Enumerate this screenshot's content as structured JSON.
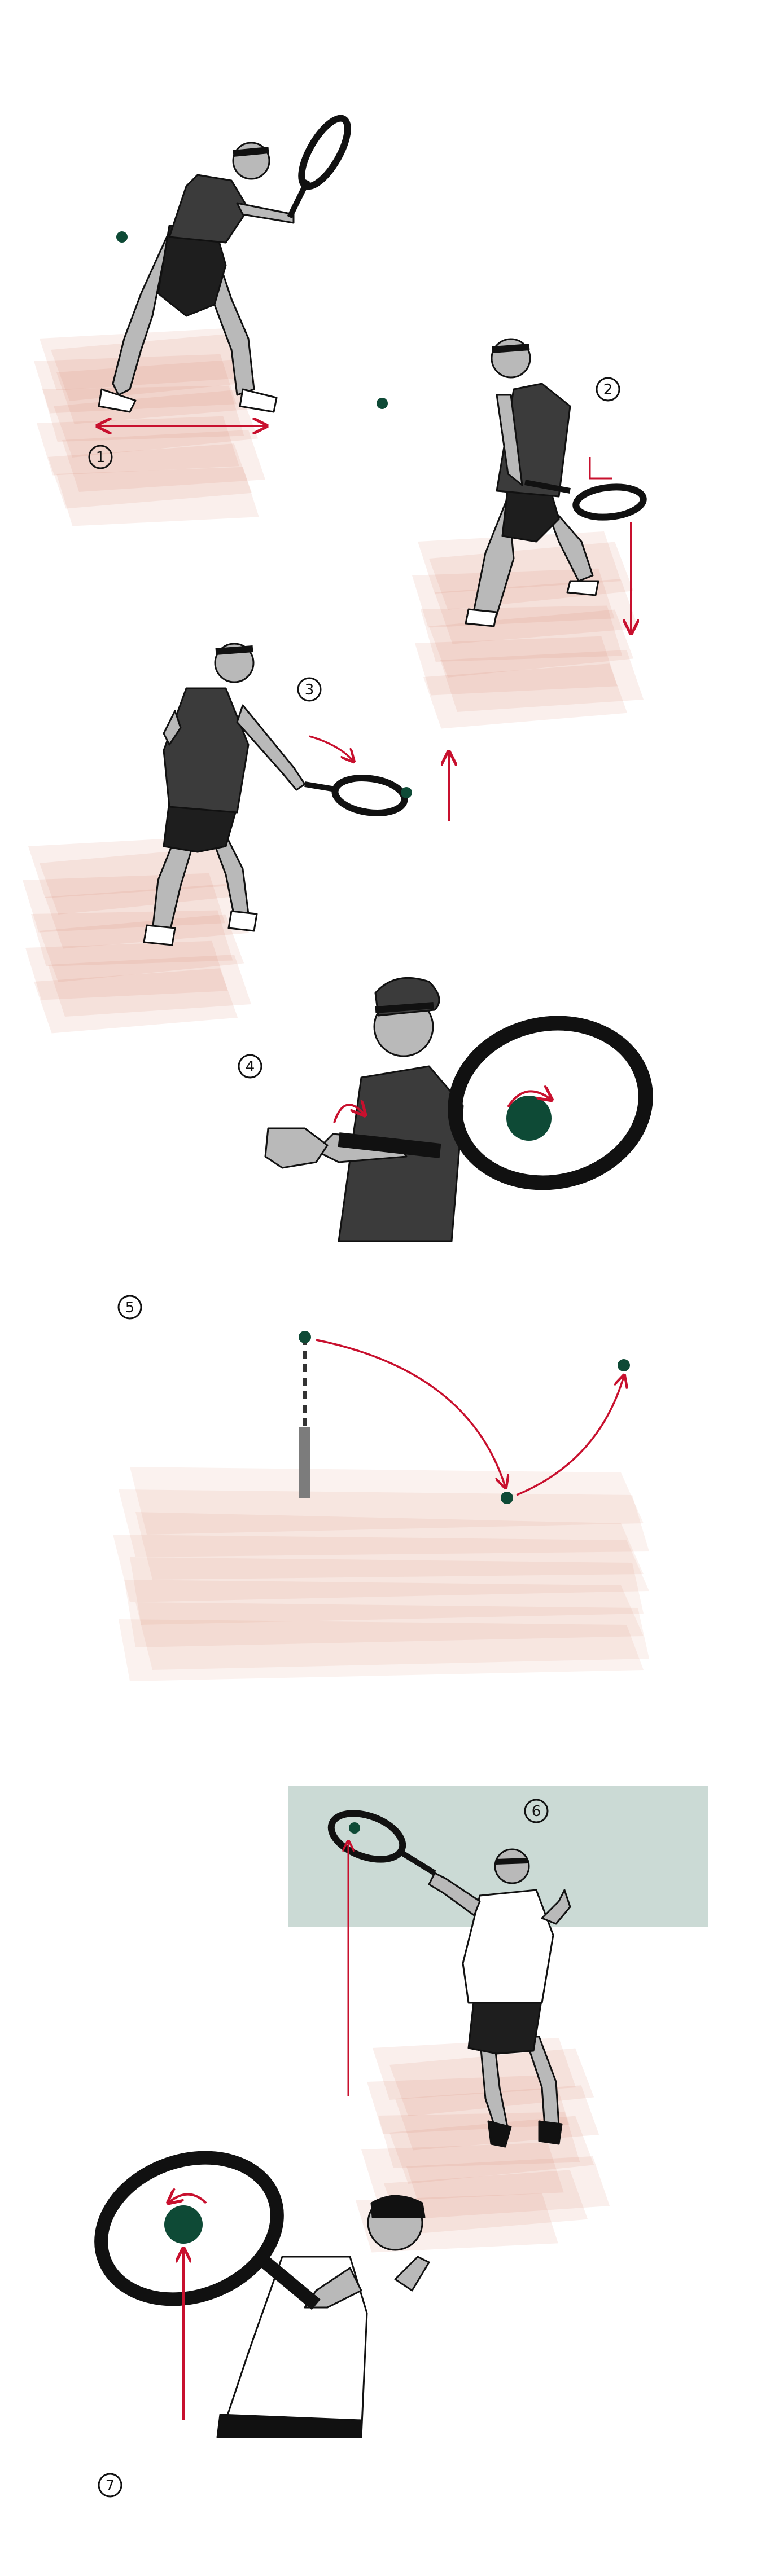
{
  "colors": {
    "court": "#d9866a",
    "ball": "#0e4a36",
    "arrow": "#c8102e",
    "shirt_dark": "#3b3b3b",
    "skin": "#b9b9b9",
    "outline": "#111111",
    "net_backdrop": "#cbdad5"
  },
  "steps": [
    {
      "label": "1",
      "icon": "horizontal-double-arrow"
    },
    {
      "label": "2",
      "icon": "down-arrow"
    },
    {
      "label": "3",
      "icon": "up-arrow"
    },
    {
      "label": "4",
      "icon": "rotation-arrow"
    },
    {
      "label": "5",
      "icon": "ball-trajectory"
    },
    {
      "label": "6",
      "icon": "up-arrow"
    },
    {
      "label": "7",
      "icon": "up-arrow"
    }
  ]
}
